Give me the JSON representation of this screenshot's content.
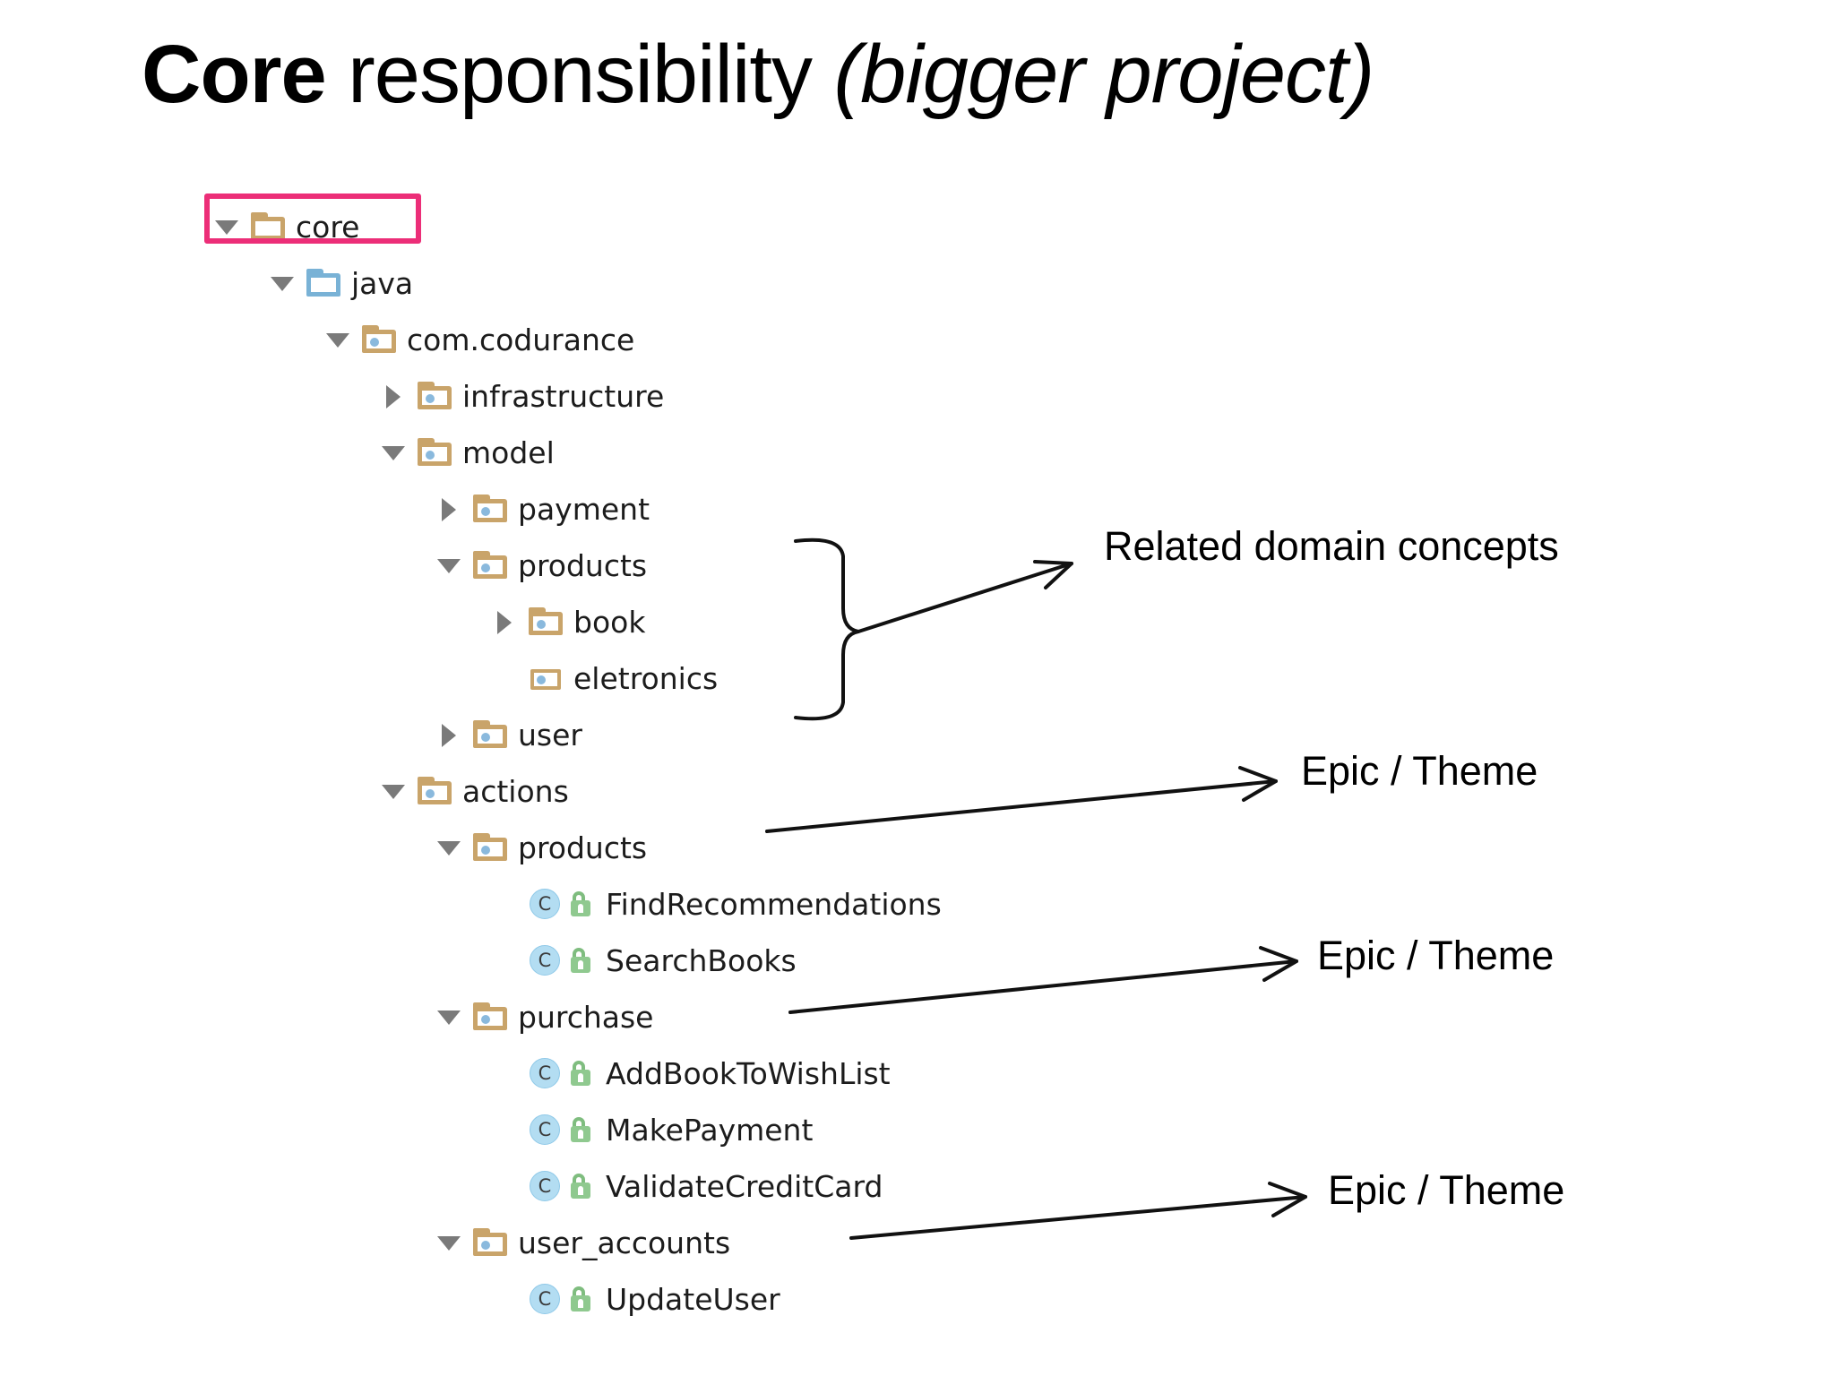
{
  "title": {
    "bold": "Core",
    "regular": " responsibility ",
    "italic": "(bigger project)"
  },
  "colors": {
    "highlight_border": "#ec2e78",
    "folder": "#c9a46a",
    "folder_java": "#79b2d6",
    "package_dot": "#8ab9dd",
    "class_circle": "#b3ddf2",
    "lock_green": "#8fc98f",
    "twisty": "#7a7a7a",
    "text": "#1c1c1c"
  },
  "tree": {
    "nodes": [
      {
        "label": "core",
        "depth": 0,
        "twisty": "down",
        "icon": "folder",
        "highlighted": true
      },
      {
        "label": "java",
        "depth": 1,
        "twisty": "down",
        "icon": "folder-blue",
        "highlighted": false
      },
      {
        "label": "com.codurance",
        "depth": 2,
        "twisty": "down",
        "icon": "package",
        "highlighted": false
      },
      {
        "label": "infrastructure",
        "depth": 3,
        "twisty": "right",
        "icon": "package",
        "highlighted": false
      },
      {
        "label": "model",
        "depth": 3,
        "twisty": "down",
        "icon": "package",
        "highlighted": false
      },
      {
        "label": "payment",
        "depth": 4,
        "twisty": "right",
        "icon": "package",
        "highlighted": false
      },
      {
        "label": "products",
        "depth": 4,
        "twisty": "down",
        "icon": "package",
        "highlighted": false
      },
      {
        "label": "book",
        "depth": 5,
        "twisty": "right",
        "icon": "package",
        "highlighted": false
      },
      {
        "label": "eletronics",
        "depth": 5,
        "twisty": "none",
        "icon": "package-flat",
        "highlighted": false
      },
      {
        "label": "user",
        "depth": 4,
        "twisty": "right",
        "icon": "package",
        "highlighted": false
      },
      {
        "label": "actions",
        "depth": 3,
        "twisty": "down",
        "icon": "package",
        "highlighted": false
      },
      {
        "label": "products",
        "depth": 4,
        "twisty": "down",
        "icon": "package",
        "highlighted": false
      },
      {
        "label": "FindRecommendations",
        "depth": 5,
        "twisty": "none",
        "icon": "class",
        "highlighted": false
      },
      {
        "label": "SearchBooks",
        "depth": 5,
        "twisty": "none",
        "icon": "class",
        "highlighted": false
      },
      {
        "label": "purchase",
        "depth": 4,
        "twisty": "down",
        "icon": "package",
        "highlighted": false
      },
      {
        "label": "AddBookToWishList",
        "depth": 5,
        "twisty": "none",
        "icon": "class",
        "highlighted": false
      },
      {
        "label": "MakePayment",
        "depth": 5,
        "twisty": "none",
        "icon": "class",
        "highlighted": false
      },
      {
        "label": "ValidateCreditCard",
        "depth": 5,
        "twisty": "none",
        "icon": "class",
        "highlighted": false
      },
      {
        "label": "user_accounts",
        "depth": 4,
        "twisty": "down",
        "icon": "package",
        "highlighted": false
      },
      {
        "label": "UpdateUser",
        "depth": 5,
        "twisty": "none",
        "icon": "class",
        "highlighted": false
      }
    ],
    "class_icon_letter": "C"
  },
  "annotations": [
    {
      "id": "related",
      "text": "Related domain concepts"
    },
    {
      "id": "epic1",
      "text": "Epic / Theme"
    },
    {
      "id": "epic2",
      "text": "Epic / Theme"
    },
    {
      "id": "epic3",
      "text": "Epic / Theme"
    }
  ]
}
